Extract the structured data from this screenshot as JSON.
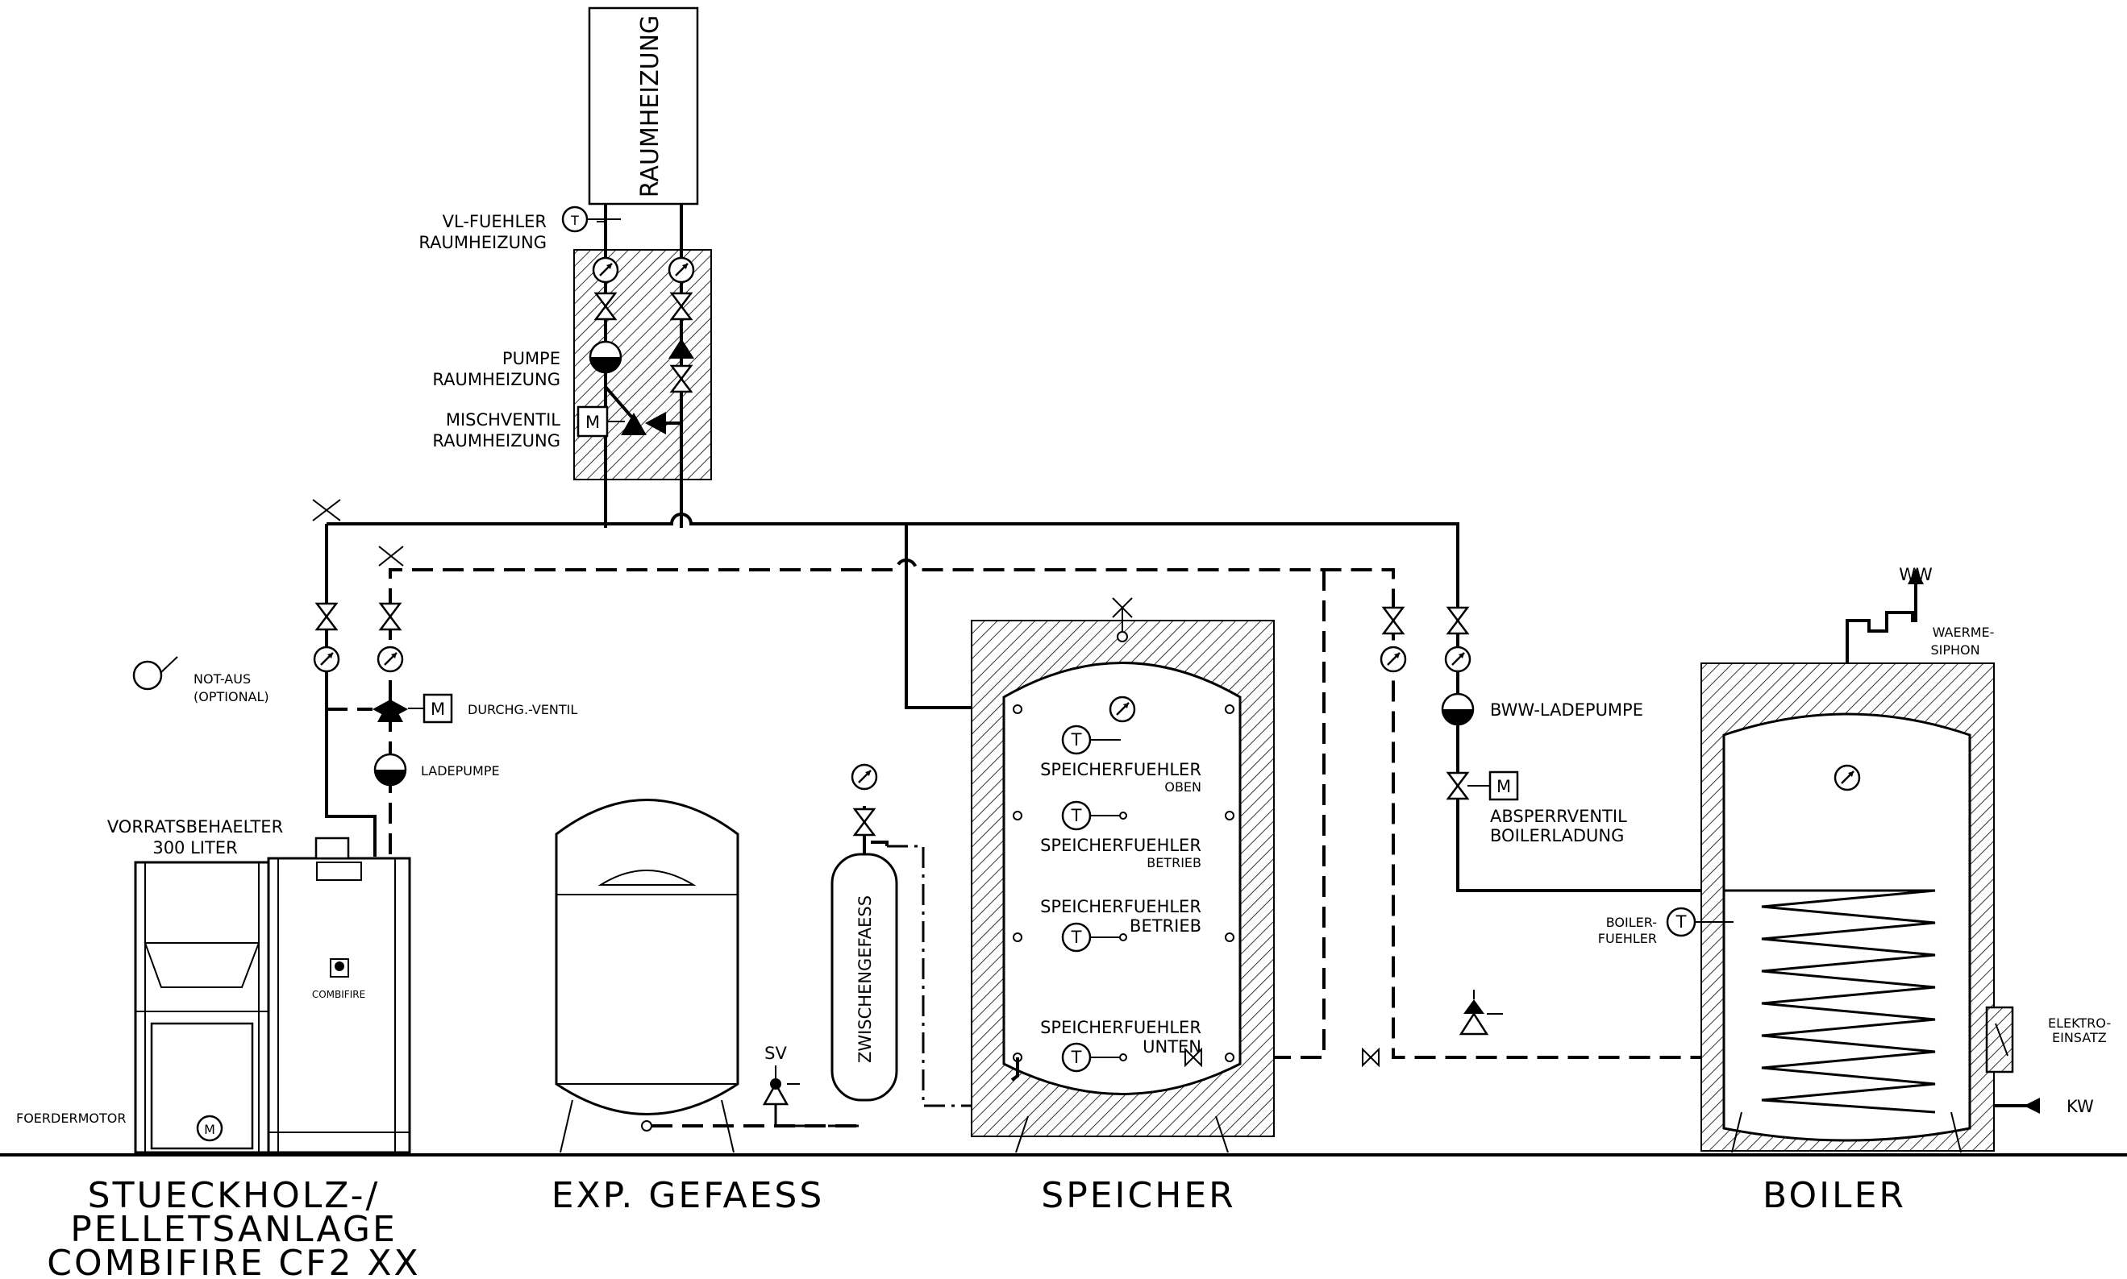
{
  "labels": {
    "raumheizung_box": "RAUMHEIZUNG",
    "vl_fuehler": [
      "VL-FUEHLER",
      "RAUMHEIZUNG"
    ],
    "pumpe": [
      "PUMPE",
      "RAUMHEIZUNG"
    ],
    "mischventil": [
      "MISCHVENTIL",
      "RAUMHEIZUNG"
    ],
    "not_aus": [
      "NOT-AUS",
      "(OPTIONAL)"
    ],
    "durchg_ventil": "DURCHG.-VENTIL",
    "ladepumpe": "LADEPUMPE",
    "vorratsbehaelter": [
      "VORRATSBEHAELTER",
      "300 LITER"
    ],
    "combifire": "COMBIFIRE",
    "foerdermotor": "FOERDERMOTOR",
    "sv": "SV",
    "zwischengefaess": "ZWISCHENGEFAESS",
    "speicherfuehler_oben": [
      "SPEICHERFUEHLER",
      "OBEN"
    ],
    "speicherfuehler_betrieb_1": [
      "SPEICHERFUEHLER",
      "BETRIEB"
    ],
    "speicherfuehler_betrieb_2": [
      "SPEICHERFUEHLER",
      "BETRIEB"
    ],
    "speicherfuehler_unten": [
      "SPEICHERFUEHLER",
      "UNTEN"
    ],
    "bww_ladepumpe": "BWW-LADEPUMPE",
    "absperrventil": [
      "ABSPERRVENTIL",
      "BOILERLADUNG"
    ],
    "boiler_fuehler": [
      "BOILER-",
      "FUEHLER"
    ],
    "ww": "WW",
    "waerme_siphon": [
      "WAERME-",
      "SIPHON"
    ],
    "elektro_einsatz": [
      "ELEKTRO-",
      "EINSATZ"
    ],
    "kw": "KW",
    "sym_T": "T",
    "sym_M": "M"
  },
  "titles": {
    "anlage": [
      "STUECKHOLZ-/",
      "PELLETSANLAGE",
      "COMBIFIRE CF2 XX"
    ],
    "exp": "EXP. GEFAESS",
    "speicher": "SPEICHER",
    "boiler": "BOILER"
  }
}
